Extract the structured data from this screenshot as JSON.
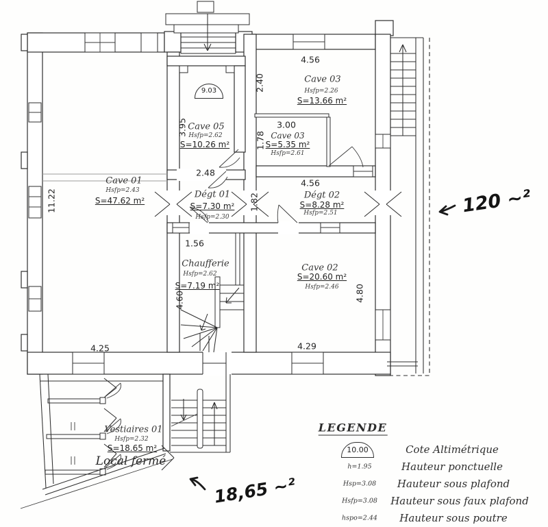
{
  "plan": {
    "rooms": {
      "cave01": {
        "name": "Cave 01",
        "height": "Hsfp=2.43",
        "area": "S=47.62 m²"
      },
      "cave05": {
        "name": "Cave 05",
        "height": "Hsfp=2.62",
        "area": "S=10.26 m²",
        "cote": "9.03"
      },
      "cave03a": {
        "name": "Cave 03",
        "height": "Hsfp=2.26",
        "area": "S=13.66 m²"
      },
      "cave03b": {
        "name": "Cave 03",
        "height": "Hsfp=2.61",
        "area": "S=5.35 m²"
      },
      "degt01": {
        "name": "Dégt 01",
        "height": "Hsfp=2.30",
        "area": "S=7.30 m²"
      },
      "degt02": {
        "name": "Dégt 02",
        "height": "Hsfp=2.51",
        "area": "S=8.28 m²"
      },
      "chaufferie": {
        "name": "Chaufferie",
        "height": "Hsfp=2.62",
        "area": "S=7.19 m²"
      },
      "cave02": {
        "name": "Cave 02",
        "height": "Hsfp=2.46",
        "area": "S=20.60 m²"
      },
      "vestiaires": {
        "name": "Vestiaires 01",
        "height": "Hsfp=2.32",
        "area": "S=18.65 m²"
      },
      "local_ferme": {
        "name": "Local fermé"
      }
    },
    "dimensions": {
      "cave01_left": "11.22",
      "cave01_bottom": "4.25",
      "cave05_left": "3.95",
      "cave05_opening": "2.48",
      "cave03a_top": "4.56",
      "cave03a_left": "2.40",
      "cave03b_top": "3.00",
      "cave03b_left": "1.78",
      "degt01_right": "1.82",
      "degt02_top": "4.56",
      "cave02_right": "4.80",
      "cave02_bottom": "4.29",
      "chaufferie_top": "1.56",
      "chaufferie_left": "4.60"
    },
    "annotations": {
      "right": "120 ~²",
      "bottom": "18,65 ~²"
    }
  },
  "legend": {
    "title": "LEGENDE",
    "rows": [
      {
        "symbol": "10.00",
        "label": "Cote Altimétrique"
      },
      {
        "symbol": "h=1.95",
        "label": "Hauteur ponctuelle"
      },
      {
        "symbol": "Hsp=3.08",
        "label": "Hauteur sous plafond"
      },
      {
        "symbol": "Hsfp=3.08",
        "label": "Hauteur sous faux plafond"
      },
      {
        "symbol": "hspo=2.44",
        "label": "Hauteur sous poutre"
      }
    ]
  }
}
